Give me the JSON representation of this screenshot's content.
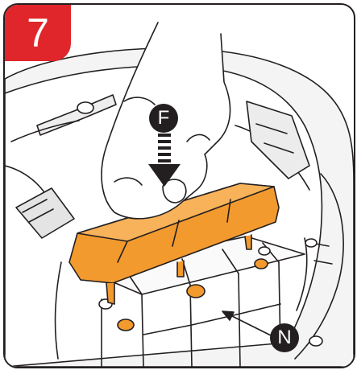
{
  "step": {
    "number": "7",
    "badge_color": "#e0262b"
  },
  "callouts": {
    "force": "F",
    "part": "N"
  },
  "colors": {
    "part_fill": "#f29a2e",
    "outline": "#231f20",
    "background": "#ffffff",
    "shade": "#f1f1f1"
  },
  "illustration": {
    "icons": [
      "hand-icon",
      "push-arrow-icon",
      "leader-arrow-icon"
    ]
  }
}
